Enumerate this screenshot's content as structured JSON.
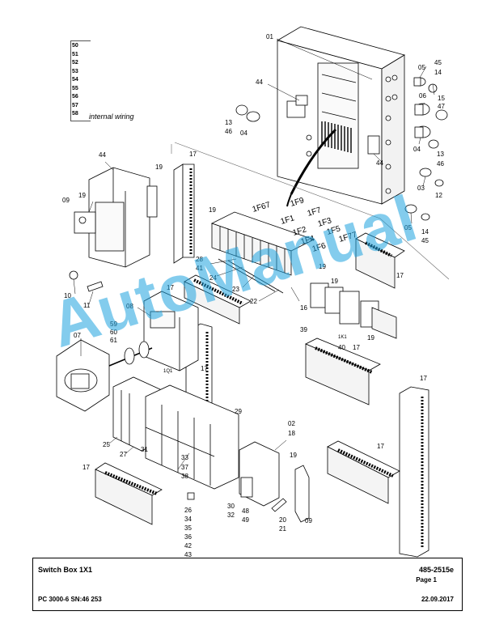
{
  "legend": {
    "items": [
      "50",
      "51",
      "52",
      "53",
      "54",
      "55",
      "56",
      "57",
      "58"
    ],
    "note": "internal wiring"
  },
  "watermark": {
    "text": "AutoManual",
    "color": "#1fa3e0"
  },
  "footer": {
    "title": "Switch Box 1X1",
    "document": "485-2515e",
    "page": "Page 1",
    "model": "PC 3000-6 SN:46 253",
    "date": "22.09.2017"
  },
  "callouts": {
    "c01": "01",
    "c05a": "05",
    "c45a": "45",
    "c14a": "14",
    "c44a": "44",
    "c06": "06",
    "c15": "15",
    "c47": "47",
    "c13a": "13",
    "c46a": "46",
    "c04a": "04",
    "c04b": "04",
    "c13b": "13",
    "c46b": "46",
    "c44b": "44",
    "c17a": "17",
    "c19a": "19",
    "c03": "03",
    "c12": "12",
    "c44c": "44",
    "c09a": "09",
    "c19b": "19",
    "c19c": "19",
    "c05b": "05",
    "c14b": "14",
    "c45b": "45",
    "f1f67": "1F67",
    "f1f9": "1F9",
    "f1f1": "1F1",
    "f1f7": "1F7",
    "f1f2": "1F2",
    "f1f3": "1F3",
    "f1f4": "1F4",
    "f1f5": "1F5",
    "f1f6": "1F6",
    "f1f77": "1F77",
    "c28": "28",
    "c41": "41",
    "c24": "24",
    "c23": "23",
    "c22": "22",
    "c17b": "17",
    "c16": "16",
    "c39": "39",
    "c19d": "19",
    "c19e": "19",
    "c19f": "19",
    "c17c": "17",
    "c10": "10",
    "c11": "11",
    "c08": "08",
    "c59": "59",
    "c60": "60",
    "c61": "61",
    "c07": "07",
    "c1q1": "1Q1",
    "c17d": "17",
    "c1k1": "1K1",
    "c40": "40",
    "c17e": "17",
    "c17f": "17",
    "c29": "29",
    "c25": "25",
    "c27": "27",
    "c31": "31",
    "c33": "33",
    "c37": "37",
    "c38": "38",
    "c02": "02",
    "c18": "18",
    "c19g": "19",
    "c17g": "17",
    "c17h": "17",
    "c26": "26",
    "c34": "34",
    "c35": "35",
    "c36": "36",
    "c42": "42",
    "c43": "43",
    "c30": "30",
    "c32": "32",
    "c48": "48",
    "c49": "49",
    "c20": "20",
    "c21": "21",
    "c09b": "09"
  }
}
